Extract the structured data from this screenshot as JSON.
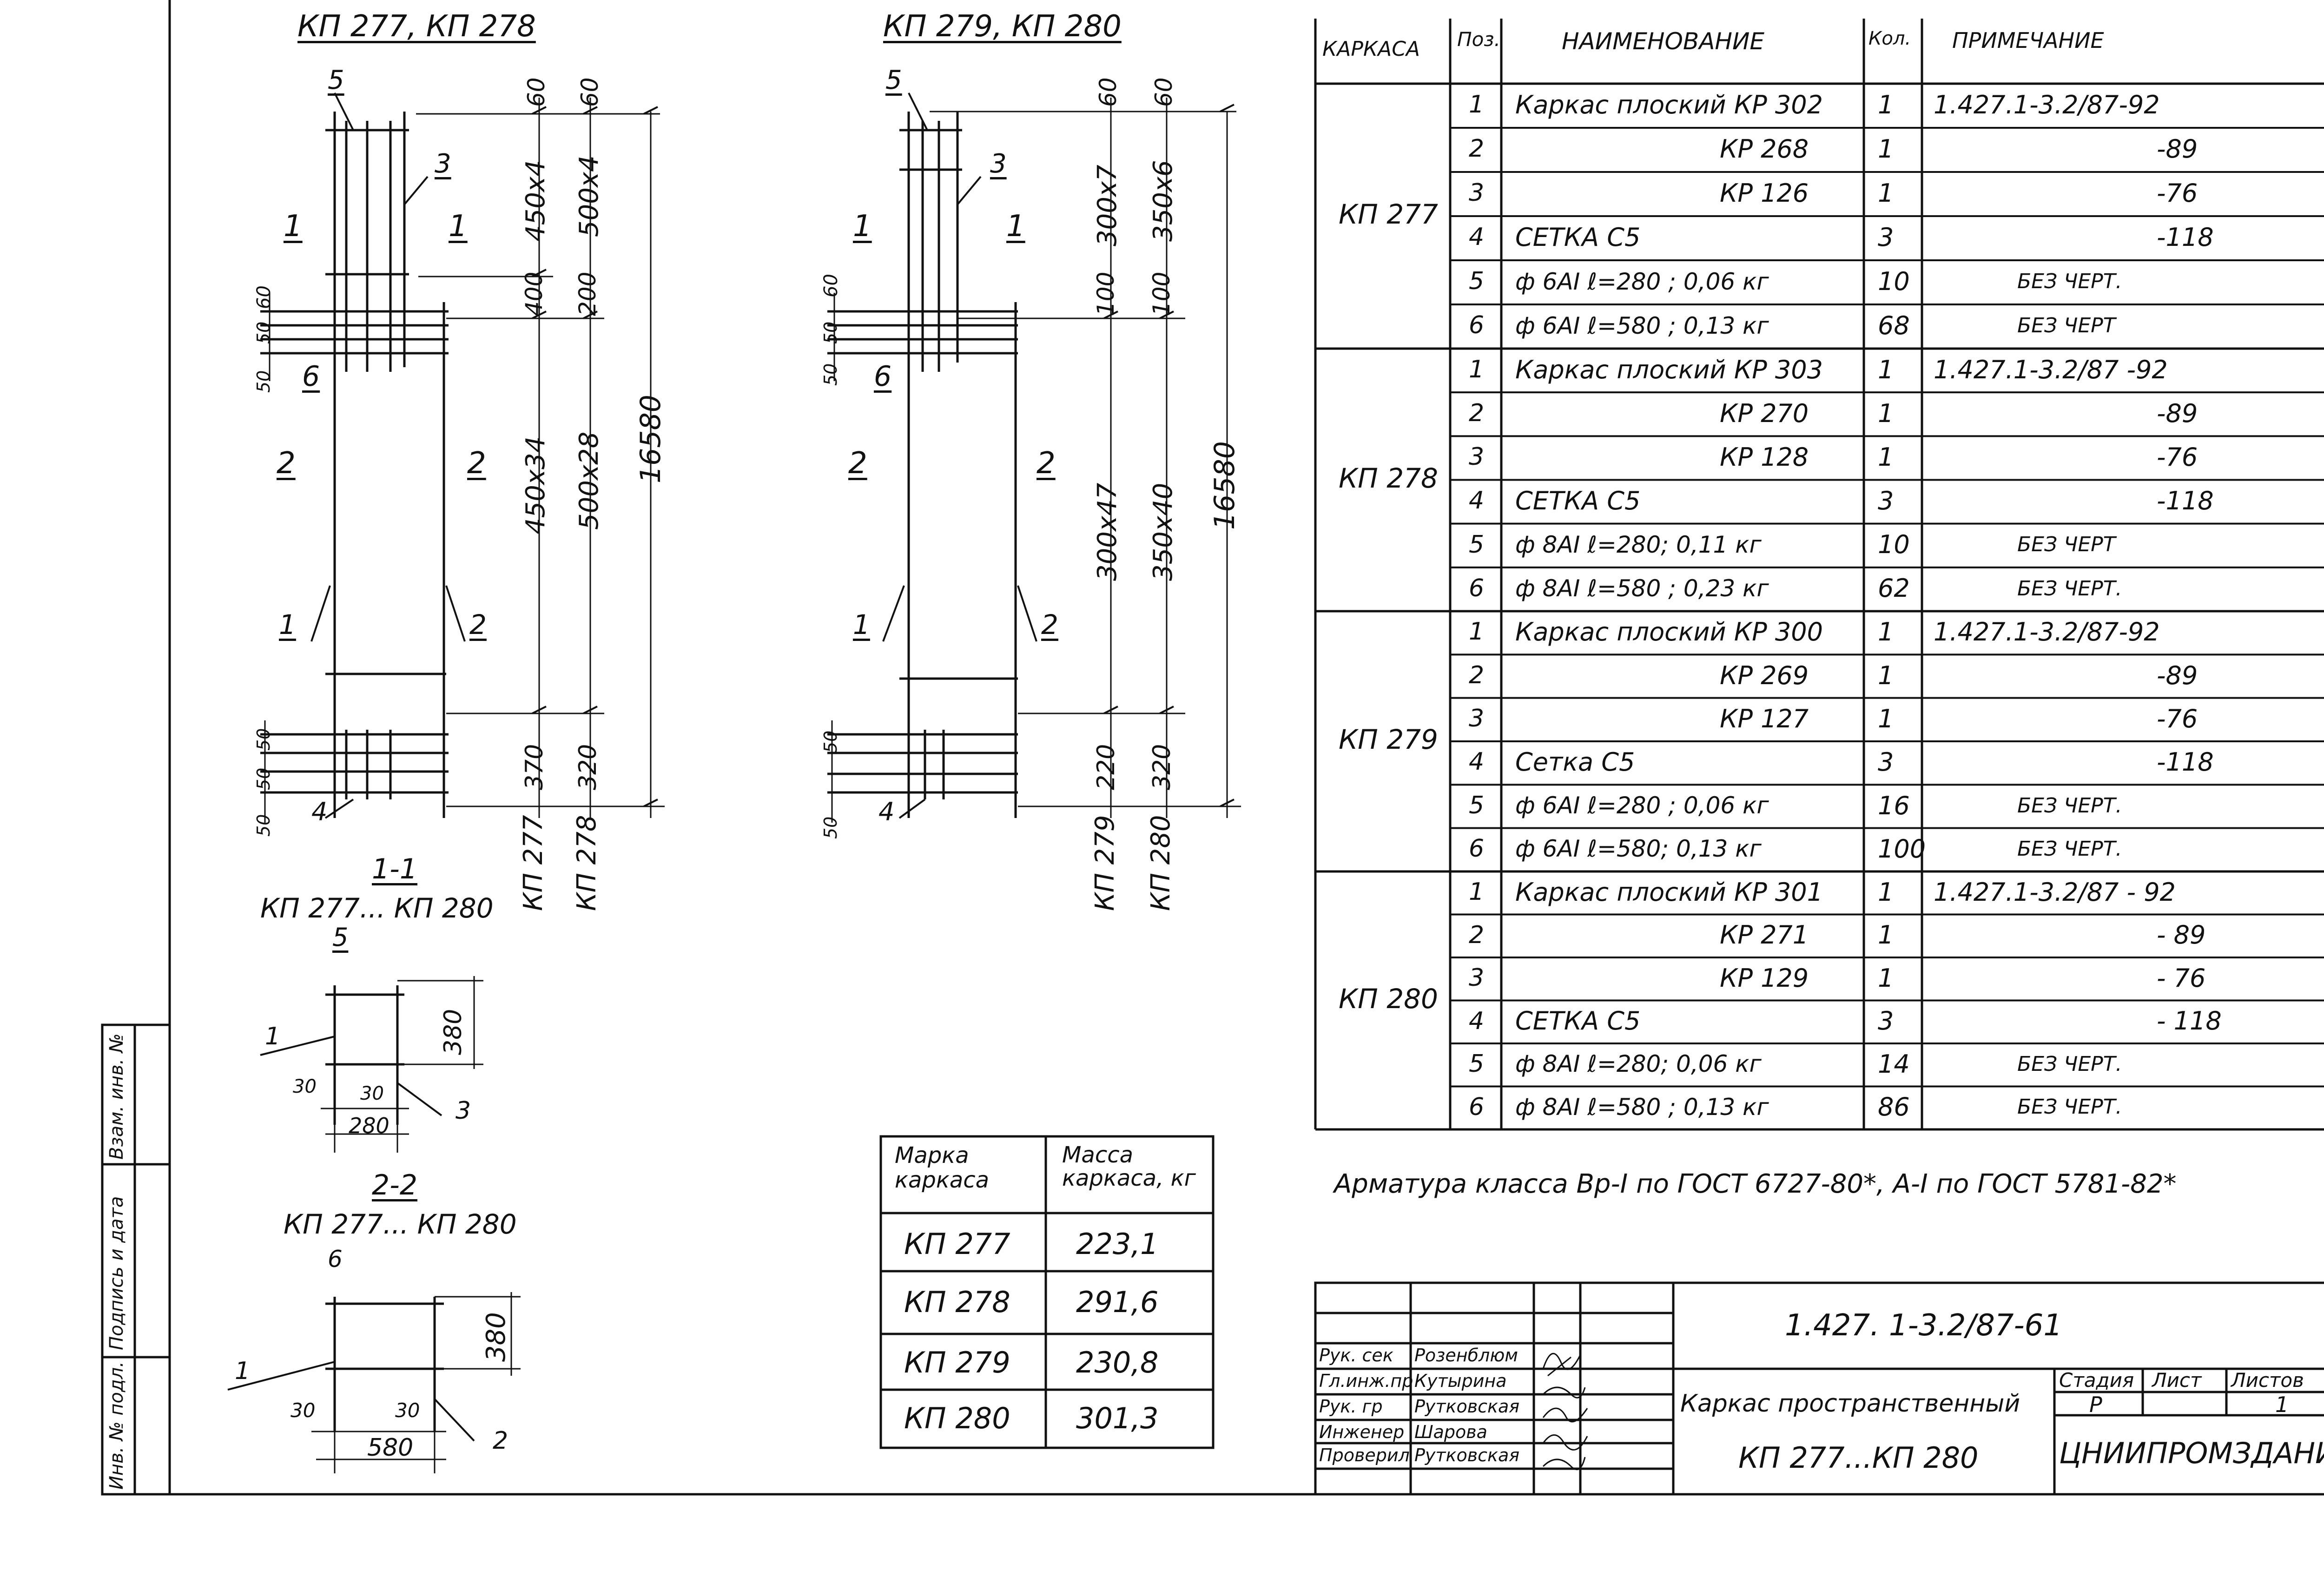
{
  "views": {
    "view_a_title": "КП 277, КП 278",
    "view_b_title": "КП 279, КП 280",
    "section_1_title": "1-1",
    "section_1_sub": "КП 277... КП 280",
    "section_2_title": "2-2",
    "section_2_sub": "КП 277... КП 280"
  },
  "view_a": {
    "dims_inner": [
      "60",
      "450х4",
      "400",
      "450х34",
      "370"
    ],
    "dims_outer": [
      "60",
      "500х4",
      "200",
      "500х28",
      "320"
    ],
    "overall": "16580",
    "marks": [
      "КП 277",
      "КП 278"
    ],
    "left_dims": [
      "60",
      "50",
      "50",
      "50",
      "50",
      "50"
    ],
    "callouts": [
      "5",
      "3",
      "1",
      "1",
      "6",
      "2",
      "2",
      "1",
      "2",
      "4"
    ]
  },
  "view_b": {
    "dims_inner": [
      "60",
      "300х7",
      "100",
      "300х47",
      "220"
    ],
    "dims_outer": [
      "60",
      "350х6",
      "100",
      "350х40",
      "320"
    ],
    "overall": "16580",
    "marks": [
      "КП 279",
      "КП 280"
    ],
    "left_dims": [
      "60",
      "50",
      "50",
      "50",
      "50"
    ],
    "callouts": [
      "5",
      "3",
      "1",
      "1",
      "6",
      "2",
      "2",
      "1",
      "2",
      "4"
    ]
  },
  "section1": {
    "dims": [
      "380",
      "30",
      "30",
      "280"
    ],
    "callouts": [
      "5",
      "1",
      "3"
    ]
  },
  "section2": {
    "dims": [
      "380",
      "30",
      "30",
      "580"
    ],
    "callouts": [
      "6",
      "1",
      "2"
    ]
  },
  "spec": {
    "headers": [
      "КАРКАСА",
      "Поз.",
      "НАИМЕНОВАНИЕ",
      "Кол.",
      "ПРИМЕЧАНИЕ"
    ],
    "groups": [
      {
        "name": "КП 277",
        "rows": [
          [
            "1",
            "Каркас плоский КР 302",
            "1",
            "1.427.1-3.2/87-92"
          ],
          [
            "2",
            "КР 268",
            "1",
            "-89"
          ],
          [
            "3",
            "КР 126",
            "1",
            "-76"
          ],
          [
            "4",
            "СЕТКА С5",
            "3",
            "-118"
          ],
          [
            "5",
            "ф 6АI ℓ=280 ; 0,06 кг",
            "10",
            "БЕЗ ЧЕРТ."
          ],
          [
            "6",
            "ф 6АI ℓ=580 ; 0,13 кг",
            "68",
            "БЕЗ ЧЕРТ"
          ]
        ]
      },
      {
        "name": "КП 278",
        "rows": [
          [
            "1",
            "Каркас плоский КР 303",
            "1",
            "1.427.1-3.2/87 -92"
          ],
          [
            "2",
            "КР 270",
            "1",
            "-89"
          ],
          [
            "3",
            "КР 128",
            "1",
            "-76"
          ],
          [
            "4",
            "СЕТКА С5",
            "3",
            "-118"
          ],
          [
            "5",
            "ф 8АI ℓ=280; 0,11 кг",
            "10",
            "БЕЗ ЧЕРТ"
          ],
          [
            "6",
            "ф 8АI ℓ=580 ; 0,23 кг",
            "62",
            "БЕЗ ЧЕРТ."
          ]
        ]
      },
      {
        "name": "КП 279",
        "rows": [
          [
            "1",
            "Каркас плоский КР 300",
            "1",
            "1.427.1-3.2/87-92"
          ],
          [
            "2",
            "КР 269",
            "1",
            "-89"
          ],
          [
            "3",
            "КР 127",
            "1",
            "-76"
          ],
          [
            "4",
            "Сетка С5",
            "3",
            "-118"
          ],
          [
            "5",
            "ф 6АI ℓ=280 ; 0,06 кг",
            "16",
            "БЕЗ ЧЕРТ."
          ],
          [
            "6",
            "ф 6АI ℓ=580; 0,13 кг",
            "100",
            "БЕЗ ЧЕРТ."
          ]
        ]
      },
      {
        "name": "КП 280",
        "rows": [
          [
            "1",
            "Каркас плоский КР 301",
            "1",
            "1.427.1-3.2/87 - 92"
          ],
          [
            "2",
            "КР 271",
            "1",
            "- 89"
          ],
          [
            "3",
            "КР 129",
            "1",
            "- 76"
          ],
          [
            "4",
            "СЕТКА С5",
            "3",
            "- 118"
          ],
          [
            "5",
            "ф 8АI ℓ=280; 0,06 кг",
            "14",
            "БЕЗ ЧЕРТ."
          ],
          [
            "6",
            "ф 8АI ℓ=580 ; 0,13 кг",
            "86",
            "БЕЗ ЧЕРТ."
          ]
        ]
      }
    ]
  },
  "note": "Арматура класса Вр-I по ГОСТ 6727-80*, А-I по ГОСТ 5781-82*",
  "mass_table": {
    "h1": "Марка каркаса",
    "h2": "Масса каркаса, кг",
    "rows": [
      [
        "КП 277",
        "223,1"
      ],
      [
        "КП 278",
        "291,6"
      ],
      [
        "КП 279",
        "230,8"
      ],
      [
        "КП 280",
        "301,3"
      ]
    ]
  },
  "title_block": {
    "doc_number": "1.427. 1-3.2/87-61",
    "title_line1": "Каркас пространственный",
    "title_line2": "КП 277...КП 280",
    "stage_label": "Стадия",
    "sheet_label": "Лист",
    "sheets_label": "Листов",
    "stage": "Р",
    "sheets": "1",
    "org": "ЦНИИПРОМЗДАНИЙ",
    "people": [
      [
        "Рук. сек",
        "Розенблюм"
      ],
      [
        "Гл.инж.пр",
        "Кутырина"
      ],
      [
        "Рук. гр",
        "Рутковская"
      ],
      [
        "Инженер",
        "Шарова"
      ],
      [
        "Проверил",
        "Рутковская"
      ]
    ]
  },
  "side_stamp": [
    "Инв. № подл.",
    "Подпись и дата",
    "Взам. инв. №"
  ]
}
